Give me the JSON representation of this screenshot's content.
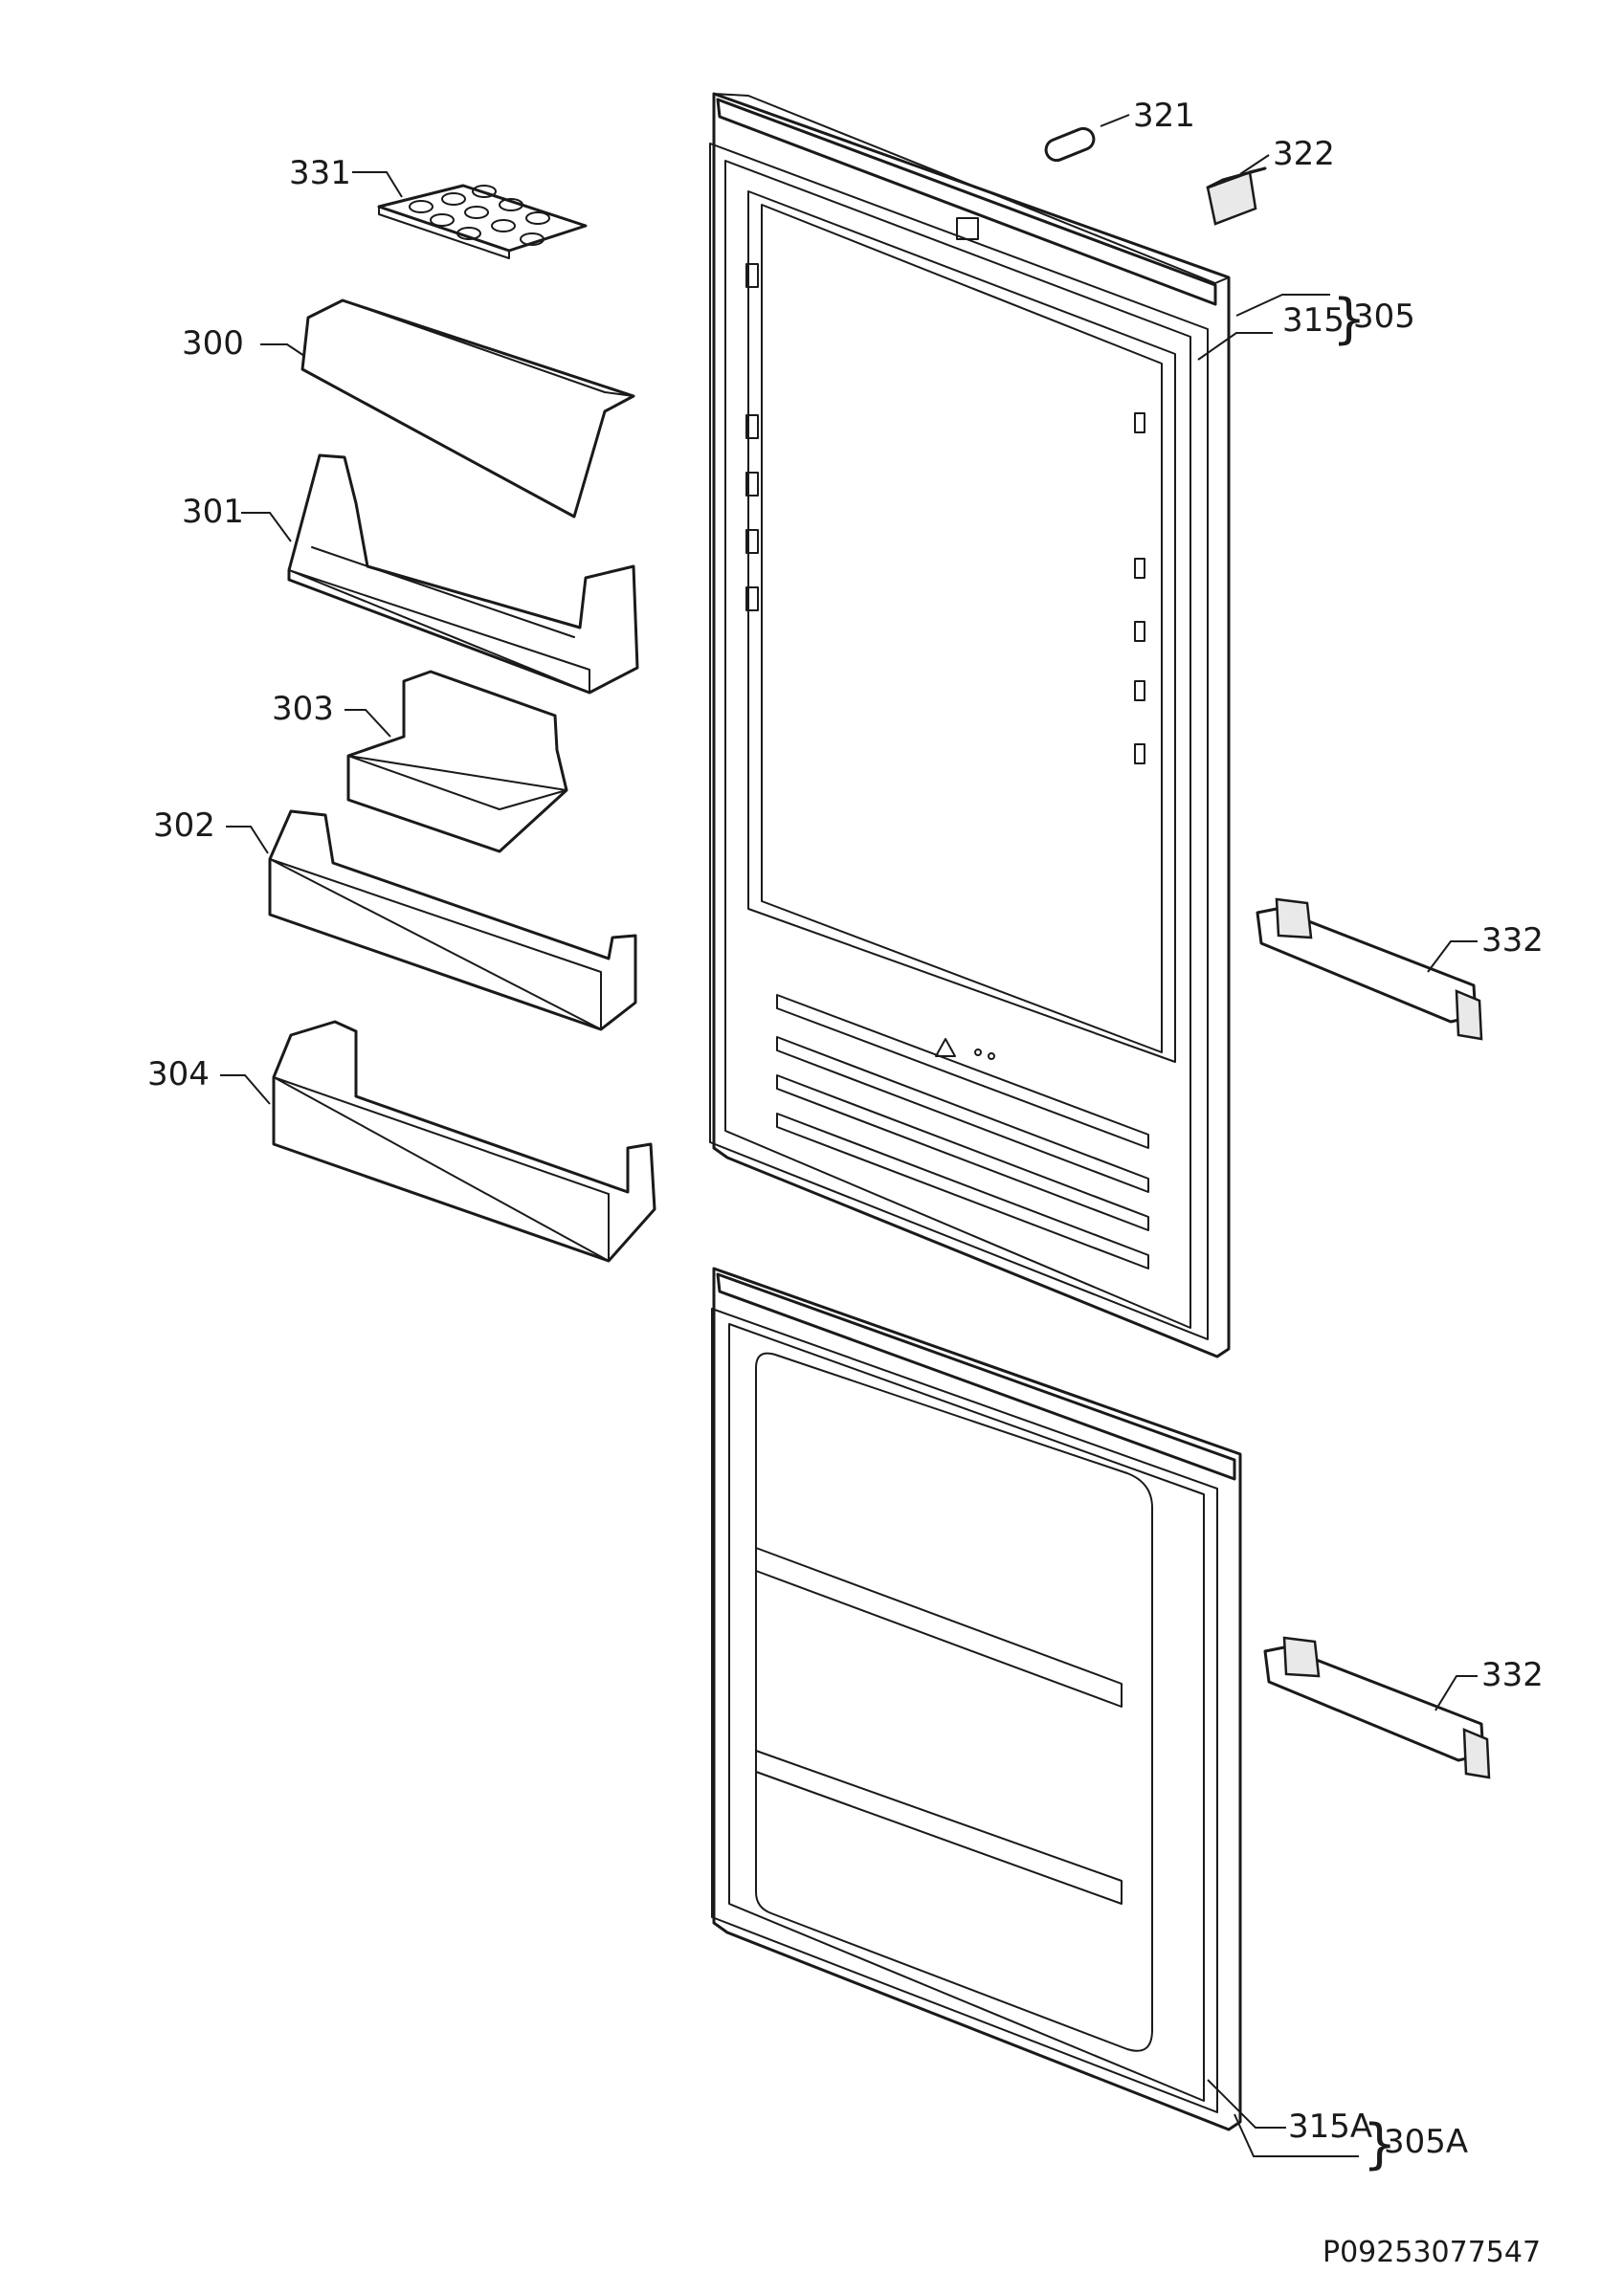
{
  "callouts": {
    "p321": "321",
    "p322": "322",
    "p331": "331",
    "p305": "305",
    "p315": "315",
    "p300": "300",
    "p301": "301",
    "p303": "303",
    "p302": "302",
    "p304": "304",
    "p332_upper": "332",
    "p332_lower": "332",
    "p315A": "315A",
    "p305A": "305A"
  },
  "reference_code": "P09253077547",
  "colors": {
    "line": "#1a1a1a",
    "background": "#ffffff",
    "shade": "#e9e9e9"
  }
}
